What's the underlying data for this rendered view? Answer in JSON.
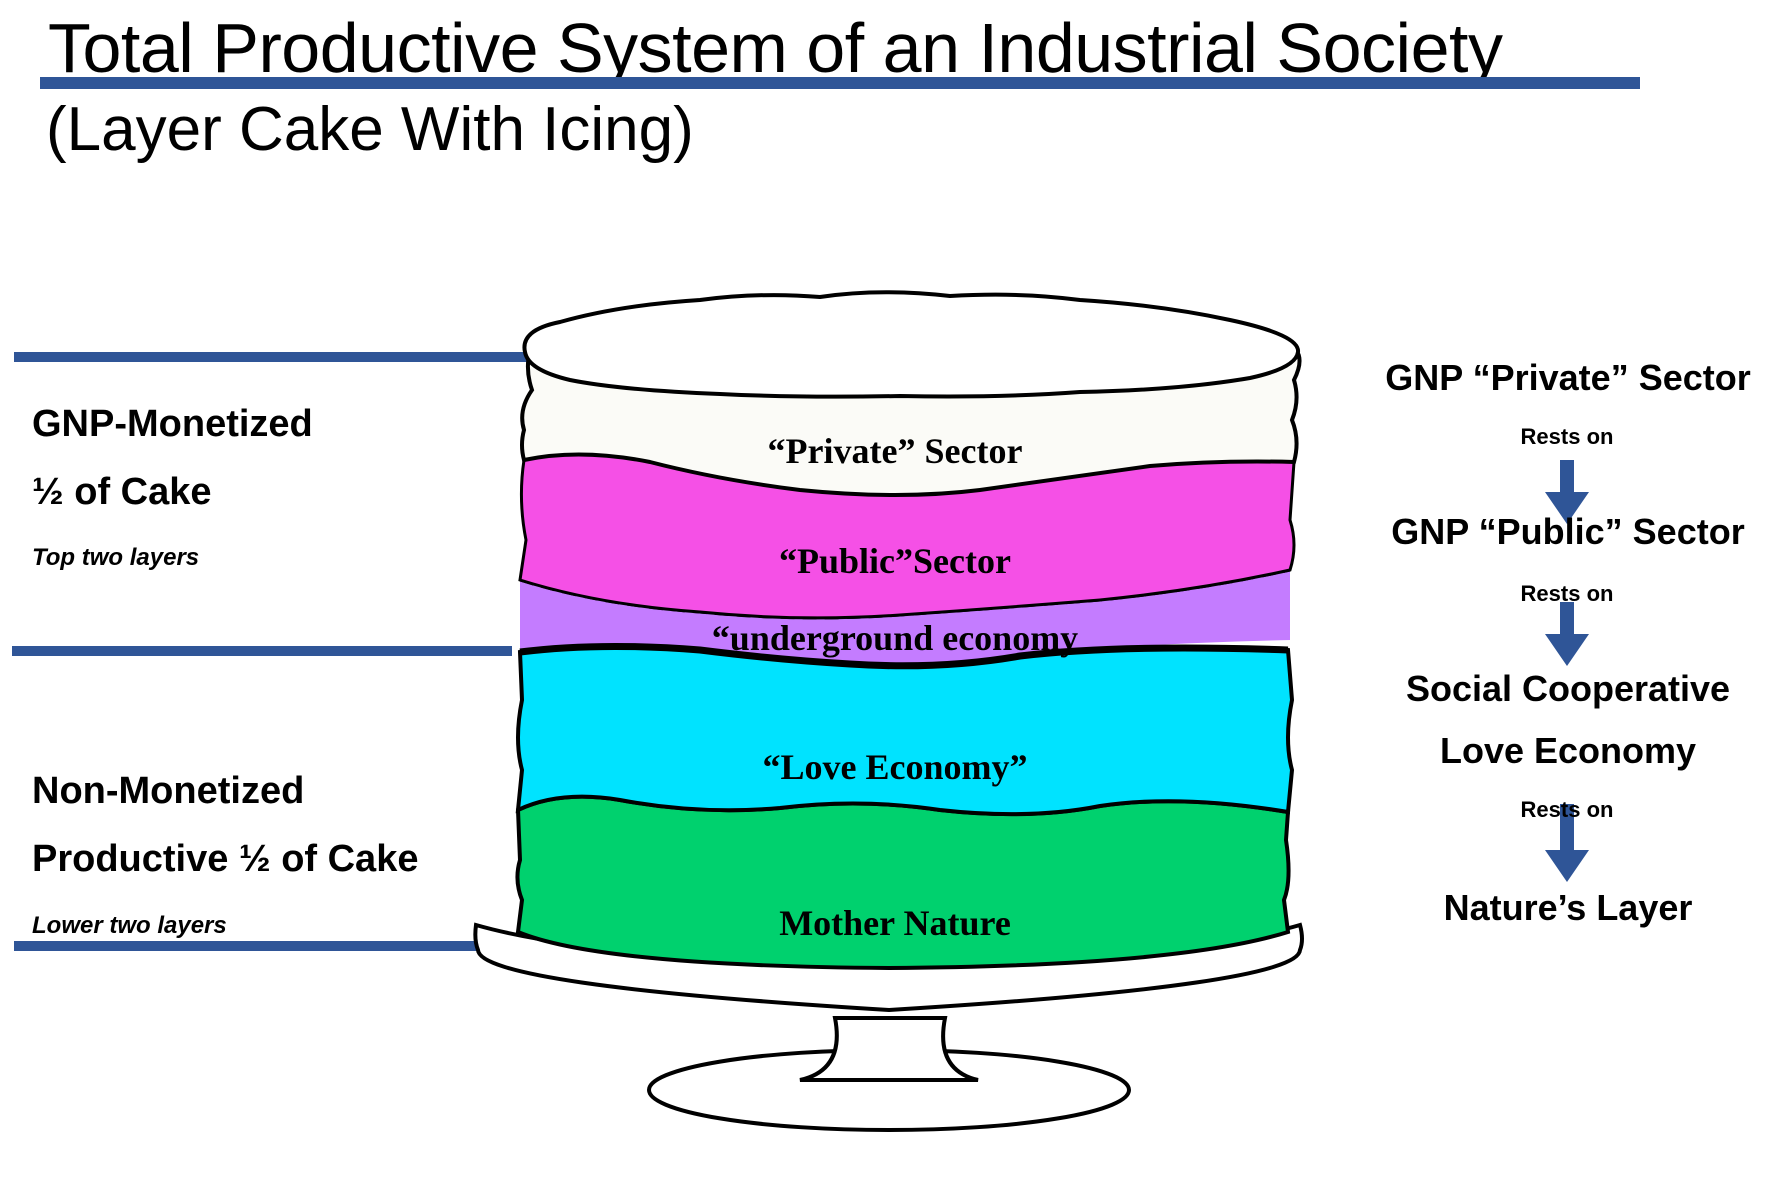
{
  "title": "Total Productive System of an Industrial Society",
  "subtitle": "(Layer Cake With Icing)",
  "colors": {
    "accent_rule": "#2f5597",
    "private": "#fbfbf7",
    "public": "#f550e6",
    "underground": "#c47cff",
    "love": "#00e3ff",
    "nature": "#00d16e",
    "arrow": "#2f5597"
  },
  "left": {
    "monetized": {
      "heading": "GNP-Monetized",
      "fraction": "½ of Cake",
      "note": "Top two layers"
    },
    "non_monetized": {
      "heading": "Non-Monetized",
      "fraction": "Productive ½ of Cake",
      "note": "Lower two layers"
    }
  },
  "cake_layers": [
    {
      "id": "private",
      "label": "“Private” Sector"
    },
    {
      "id": "public",
      "label": "“Public”Sector"
    },
    {
      "id": "underground",
      "label": "“underground economy"
    },
    {
      "id": "love",
      "label": "“Love Economy”"
    },
    {
      "id": "nature",
      "label": "Mother Nature"
    }
  ],
  "right": {
    "steps": [
      {
        "label": "GNP “Private” Sector"
      },
      {
        "label": "GNP “Public” Sector"
      },
      {
        "label": "Social Cooperative",
        "label2": "Love Economy"
      },
      {
        "label": "Nature’s Layer"
      }
    ],
    "connector": "Rests on"
  }
}
